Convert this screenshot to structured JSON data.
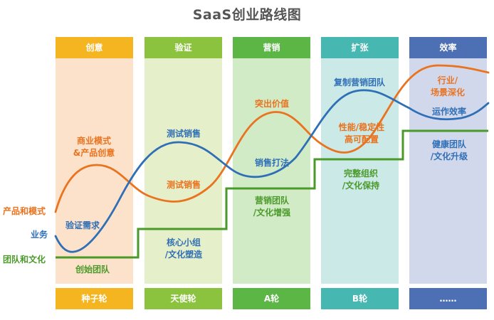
{
  "title": "SaaS创业路线图",
  "stages": [
    {
      "name": "创意",
      "round": "种子轮",
      "color": "#f4b520",
      "bg": "#fde2cb"
    },
    {
      "name": "验证",
      "round": "天使轮",
      "color": "#8bc33f",
      "bg": "#e5efc9"
    },
    {
      "name": "营销",
      "round": "A轮",
      "color": "#5bb646",
      "bg": "#d2ebc7"
    },
    {
      "name": "扩张",
      "round": "B轮",
      "color": "#47b8b1",
      "bg": "#cbe9e6"
    },
    {
      "name": "效率",
      "round": "……",
      "color": "#4d6fb4",
      "bg": "#d2d8ec"
    }
  ],
  "lines": {
    "product": {
      "label": "产品和模式",
      "color": "#e9731f"
    },
    "business": {
      "label": "业务",
      "color": "#2f6fb6"
    },
    "team": {
      "label": "团队和文化",
      "color": "#4a9a2a"
    }
  },
  "annotations": {
    "a1": "商业模式\n&产品创意",
    "a2": "验证需求",
    "a3": "创始团队",
    "b1": "测试销售",
    "b2": "测试销售",
    "b3": "核心小组\n/文化塑造",
    "c1": "突出价值",
    "c2": "销售打法",
    "c3": "营销团队\n/文化增强",
    "d1": "复制营销团队",
    "d2": "性能/稳定性\n高可配置",
    "d3": "完整组织\n/文化保持",
    "e1": "行业/\n场景深化",
    "e2": "运作效率",
    "e3": "健康团队\n/文化升级"
  }
}
